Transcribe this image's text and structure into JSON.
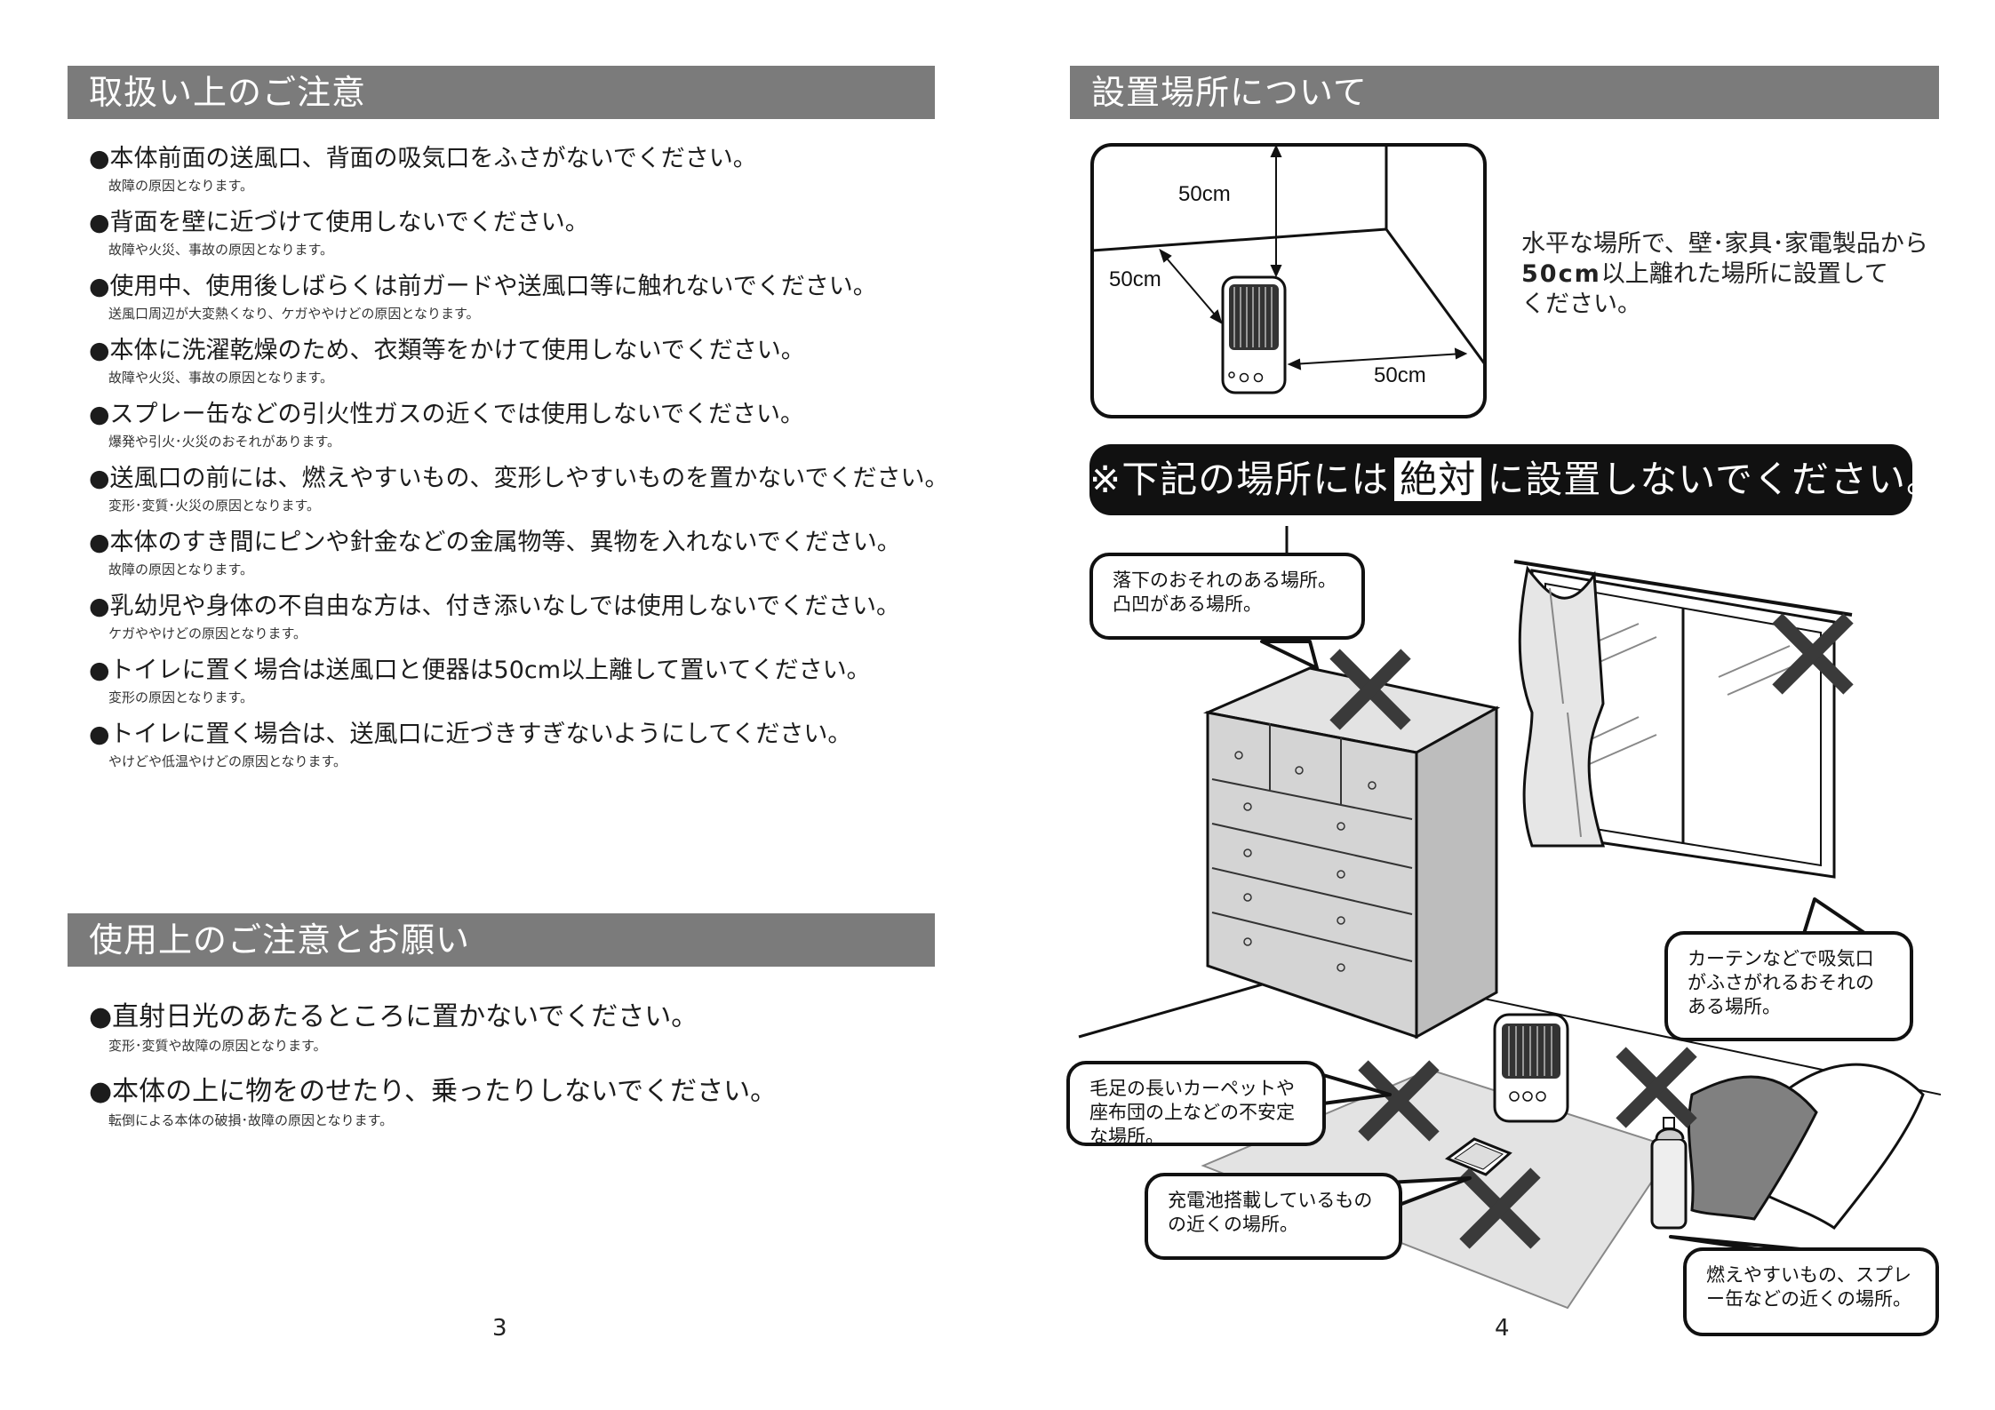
{
  "left": {
    "section1_title": "取扱い上のご注意",
    "section1_items": [
      {
        "main": "●本体前面の送風口、背面の吸気口をふさがないでください。",
        "sub": "故障の原因となります。"
      },
      {
        "main": "●背面を壁に近づけて使用しないでください。",
        "sub": "故障や火災、事故の原因となります。"
      },
      {
        "main": "●使用中、使用後しばらくは前ガードや送風口等に触れないでください。",
        "sub": "送風口周辺が大変熱くなり、ケガややけどの原因となります。"
      },
      {
        "main": "●本体に洗濯乾燥のため、衣類等をかけて使用しないでください。",
        "sub": "故障や火災、事故の原因となります。"
      },
      {
        "main": "●スプレー缶などの引火性ガスの近くでは使用しないでください。",
        "sub": "爆発や引火･火災のおそれがあります。"
      },
      {
        "main": "●送風口の前には、燃えやすいもの、変形しやすいものを置かないでください。",
        "sub": "変形･変質･火災の原因となります。"
      },
      {
        "main": "●本体のすき間にピンや針金などの金属物等、異物を入れないでください。",
        "sub": "故障の原因となります。"
      },
      {
        "main": "●乳幼児や身体の不自由な方は、付き添いなしでは使用しないでください。",
        "sub": "ケガややけどの原因となります。"
      },
      {
        "main": "●トイレに置く場合は送風口と便器は50cm以上離して置いてください。",
        "sub": "変形の原因となります。"
      },
      {
        "main": "●トイレに置く場合は、送風口に近づきすぎないようにしてください。",
        "sub": "やけどや低温やけどの原因となります。"
      }
    ],
    "section2_title": "使用上のご注意とお願い",
    "section2_items": [
      {
        "main": "●直射日光のあたるところに置かないでください。",
        "sub": "変形･変質や故障の原因となります。"
      },
      {
        "main": "●本体の上に物をのせたり、乗ったりしないでください。",
        "sub": "転倒による本体の破損･故障の原因となります。"
      }
    ],
    "page_number": "3"
  },
  "right": {
    "section_title": "設置場所について",
    "diagram_labels": {
      "top": "50cm",
      "left": "50cm",
      "right": "50cm"
    },
    "install_text_line1": "水平な場所で、壁･家具･家電製品から",
    "install_text_bold": "50cm",
    "install_text_line2": "以上離れた場所に設置して",
    "install_text_line3": "ください。",
    "banner_before": "※下記の場所には",
    "banner_highlight": "絶対",
    "banner_after": "に設置しないでください。",
    "bubbles": {
      "fall": "落下のおそれのある場所。凸凹がある場所。",
      "curtain": "カーテンなどで吸気口がふさがれるおそれのある場所。",
      "carpet": "毛足の長いカーペットや座布団の上などの不安定な場所。",
      "battery": "充電池搭載しているものの近くの場所。",
      "flammable": "燃えやすいもの、スプレー缶などの近くの場所。"
    },
    "page_number": "4"
  },
  "colors": {
    "bar": "#7b7b7b",
    "banner": "#111111",
    "cross": "#3a3a3a"
  }
}
